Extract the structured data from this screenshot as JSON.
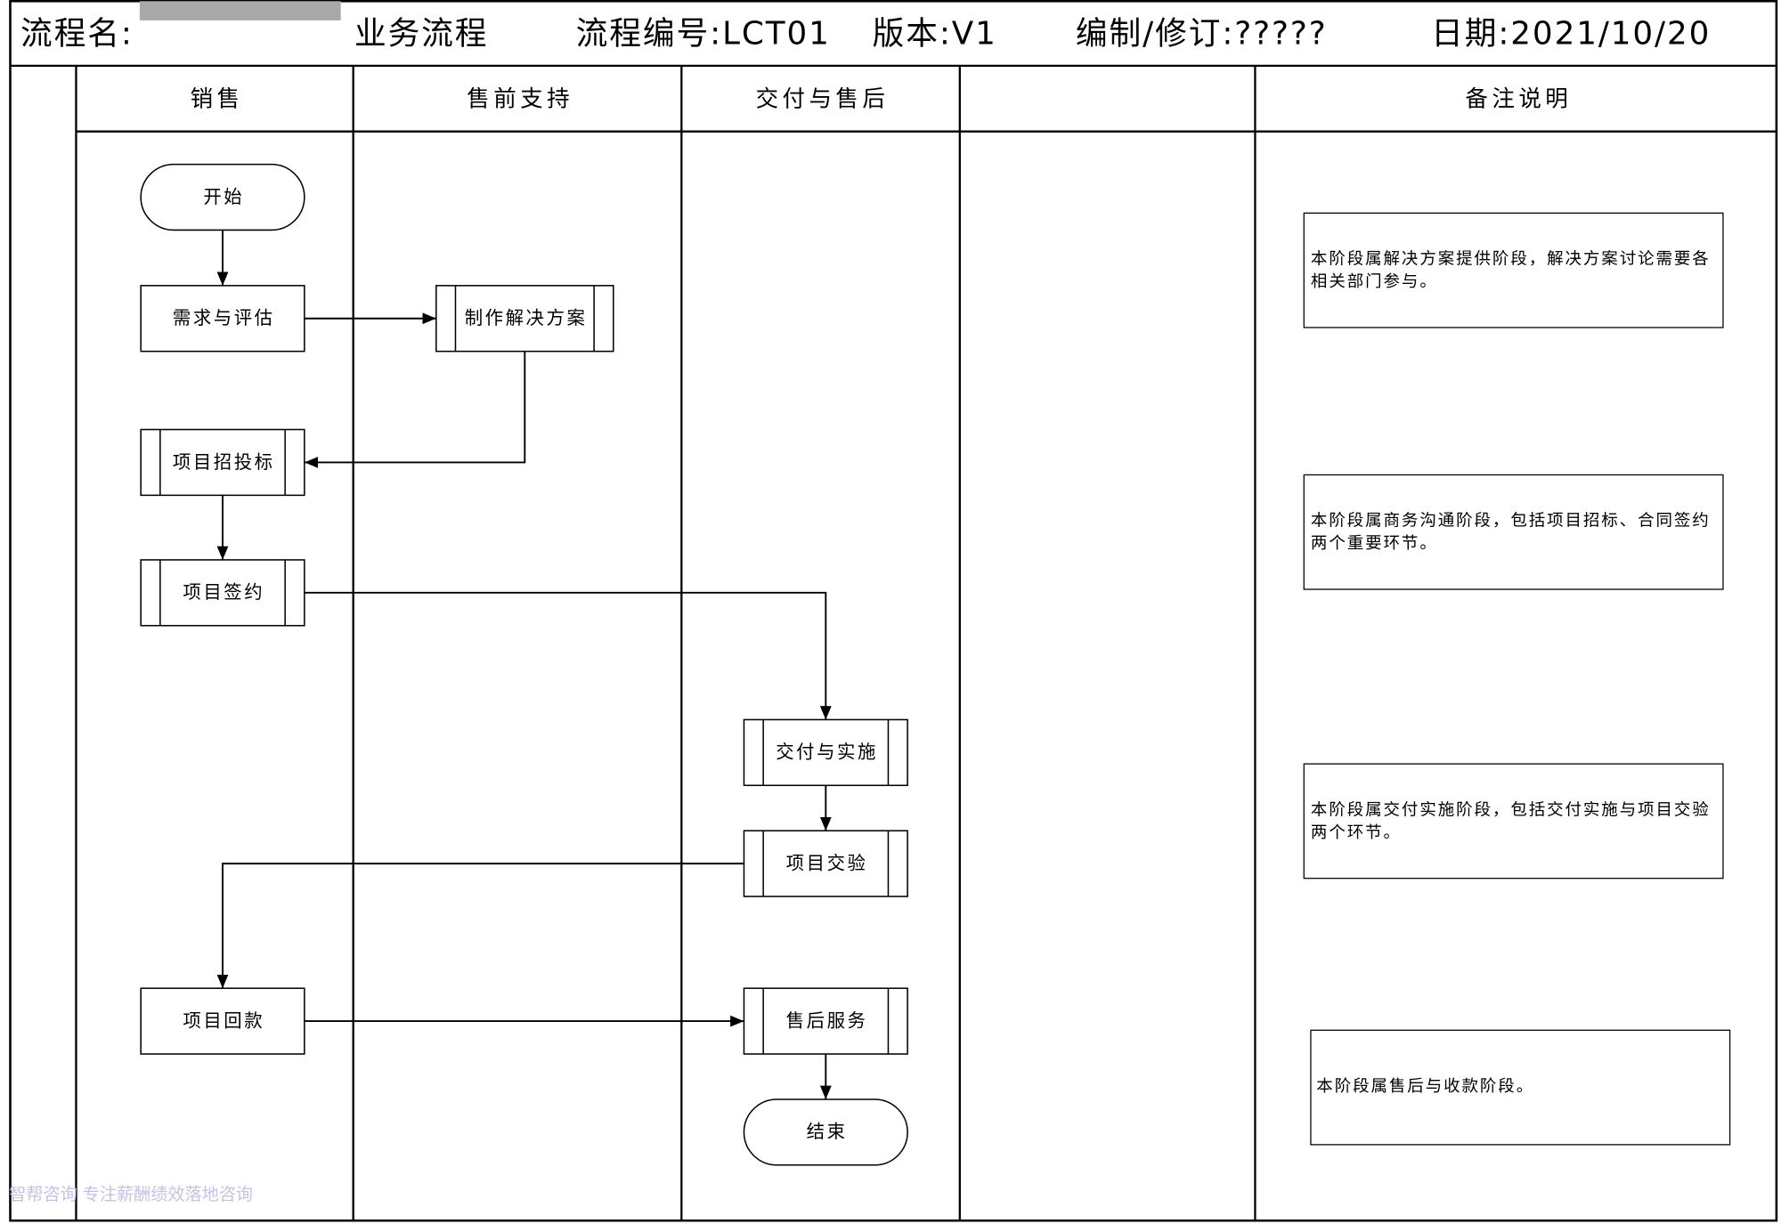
{
  "header": {
    "process_name_label": "流程名:",
    "process_name_tail": "业务流程",
    "process_code": "流程编号:LCT01",
    "version": "版本:V1",
    "editor": "编制/修订:?????",
    "date": "日期:2021/10/20"
  },
  "lanes": {
    "sales": "销售",
    "presales": "售前支持",
    "delivery": "交付与售后",
    "remarks": "备注说明"
  },
  "nodes": {
    "start": "开始",
    "requirement": "需求与评估",
    "solution": "制作解决方案",
    "bidding": "项目招投标",
    "signing": "项目签约",
    "implementation": "交付与实施",
    "acceptance": "项目交验",
    "payment": "项目回款",
    "after_sales": "售后服务",
    "end": "结束"
  },
  "notes": [
    [
      "本阶段属解决方案提供阶段，解决方案讨论需要各",
      "相关部门参与。"
    ],
    [
      "本阶段属商务沟通阶段，包括项目招标、合同签约",
      "两个重要环节。"
    ],
    [
      "本阶段属交付实施阶段，包括交付实施与项目交验",
      "两个环节。"
    ],
    [
      "本阶段属售后与收款阶段。"
    ]
  ],
  "watermark": "智帮咨询 专注薪酬绩效落地咨询",
  "colors": {
    "line": "#000000",
    "redaction": "#a9a9a9",
    "watermark": "#c8c0e4"
  }
}
